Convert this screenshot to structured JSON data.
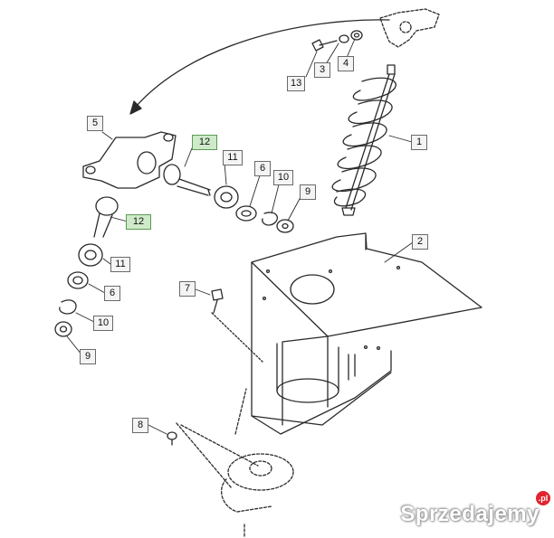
{
  "callouts": {
    "c13": "13",
    "c3": "3",
    "c4": "4",
    "c1": "1",
    "c2": "2",
    "c5": "5",
    "c12a": "12",
    "c11a": "11",
    "c6a": "6",
    "c10a": "10",
    "c9a": "9",
    "c12b": "12",
    "c11b": "11",
    "c6b": "6",
    "c10b": "10",
    "c9b": "9",
    "c7": "7",
    "c8": "8"
  },
  "watermark": {
    "text": "Sprzedajemy",
    "suffix": ".pl"
  },
  "colors": {
    "line": "#2a2a2a",
    "highlight": "#cfeac9",
    "watermark_dot": "#e0252f"
  }
}
